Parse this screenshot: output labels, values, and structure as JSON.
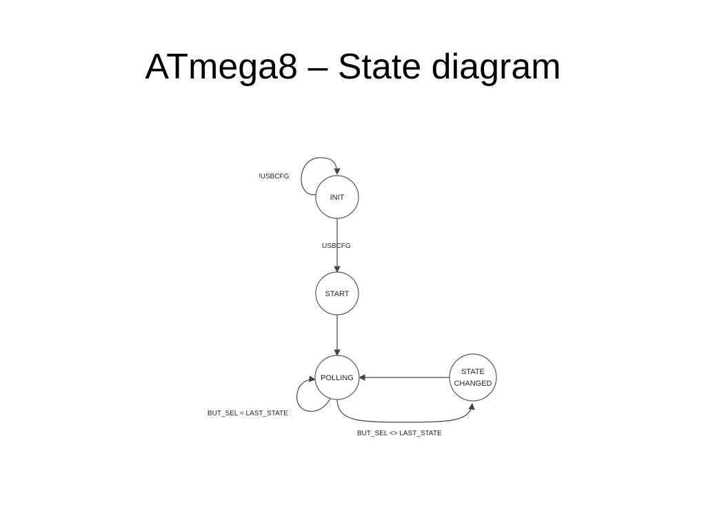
{
  "slide": {
    "title": "ATmega8 – State diagram"
  },
  "diagram": {
    "states": {
      "init": "INIT",
      "start": "START",
      "polling": "POLLING",
      "state_changed_line1": "STATE",
      "state_changed_line2": "CHANGED"
    },
    "transitions": {
      "init_self": "!USBCFG",
      "init_to_start": "USBCFG",
      "polling_self": "BUT_SEL = LAST_STATE",
      "polling_to_state_changed": "BUT_SEL <> LAST_STATE"
    },
    "colors": {
      "stroke": "#444444",
      "text": "#222222"
    }
  }
}
